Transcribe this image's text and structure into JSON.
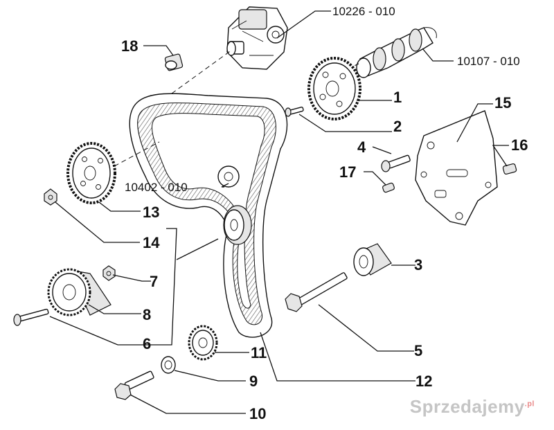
{
  "labels": {
    "n1": "1",
    "n2": "2",
    "n3": "3",
    "n4": "4",
    "n5": "5",
    "n6": "6",
    "n7": "7",
    "n8": "8",
    "n9": "9",
    "n10": "10",
    "n11": "11",
    "n12": "12",
    "n13": "13",
    "n14": "14",
    "n15": "15",
    "n16": "16",
    "n17": "17",
    "n18": "18"
  },
  "references": {
    "pump": "10226 - 010",
    "camshaft": "10107 - 010",
    "idler": "10402 - 010"
  },
  "watermark": {
    "text": "Sprzedajemy",
    "suffix": ".pl"
  }
}
